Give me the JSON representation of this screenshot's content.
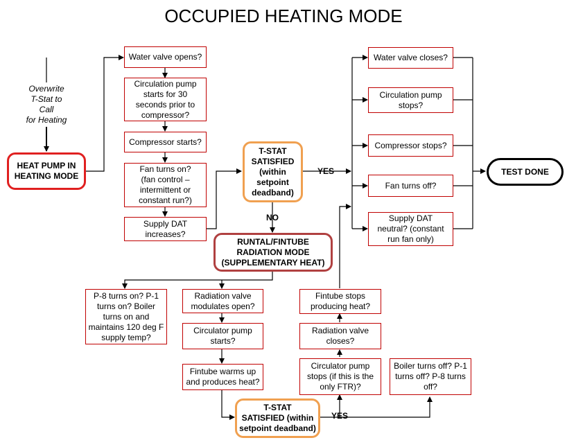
{
  "title": "OCCUPIED HEATING MODE",
  "note": "Overwrite\nT-Stat to\nCall\nfor Heating",
  "heat_pump": "HEAT PUMP IN\nHEATING MODE",
  "hp_steps": [
    "Water valve opens?",
    "Circulation pump\nstarts for 30\nseconds prior to\ncompressor?",
    "Compressor starts?",
    "Fan turns on?\n(fan control –\nintermittent or\nconstant run?)",
    "Supply DAT\nincreases?"
  ],
  "tstat1": "T-STAT\nSATISFIED\n(within\nsetpoint\ndeadband)",
  "yes": "YES",
  "no": "NO",
  "end_steps": [
    "Water valve closes?",
    "Circulation pump\nstops?",
    "Compressor stops?",
    "Fan turns off?",
    "Supply DAT\nneutral? (constant\nrun fan only)"
  ],
  "test_done": "TEST DONE",
  "runtal": "RUNTAL/FINTUBE\nRADIATION MODE\n(SUPPLEMENTARY HEAT)",
  "boiler_on": "P-8 turns on? P-1\nturns on? Boiler\nturns on and\nmaintains 120 deg F\nsupply temp?",
  "rad_steps": [
    "Radiation valve\nmodulates open?",
    "Circulator pump\nstarts?",
    "Fintube warms up\nand produces heat?"
  ],
  "tstat2": "T-STAT\nSATISFIED (within\nsetpoint deadband)",
  "stop_steps": [
    "Fintube stops\nproducing heat?",
    "Radiation valve\ncloses?",
    "Circulator pump\nstops (if this is the\nonly FTR)?"
  ],
  "boiler_off": "Boiler turns off? P-1\nturns off? P-8 turns\noff?"
}
